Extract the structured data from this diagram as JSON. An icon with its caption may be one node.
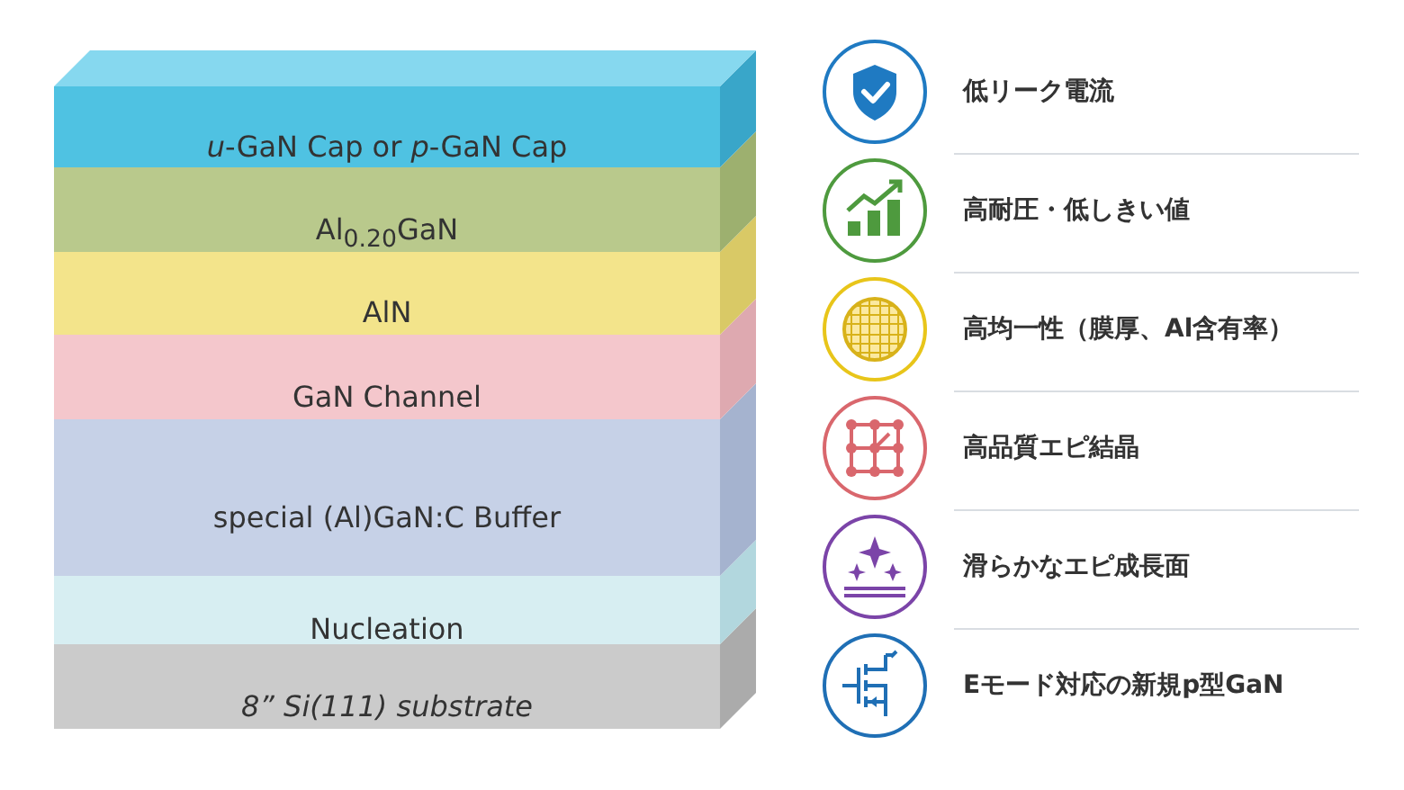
{
  "diagram": {
    "nodes": [
      {
        "text": [
          "*u*-GaN Cap or *p*-GaN Cap"
        ]
      },
      {
        "text": [
          "Al$_{0.20}$GaN"
        ]
      },
      {
        "text": [
          "AlN"
        ]
      },
      {
        "text": [
          "GaN Channel"
        ]
      },
      {
        "text": [
          "special (Al)GaN:C Buffer"
        ]
      },
      {
        "text": [
          "Nucleation"
        ]
      },
      {
        "text": [
          "8” Si(111) substrate"
        ]
      }
    ],
    "labels": [
      "低リーク電流",
      "高耐圧・低しきい値",
      "高均一性（膜厚、Al含有率）",
      "高品質エピ結晶",
      "滑らかなエピ成長面",
      "Eモード対応の新規p型GaN"
    ]
  }
}
